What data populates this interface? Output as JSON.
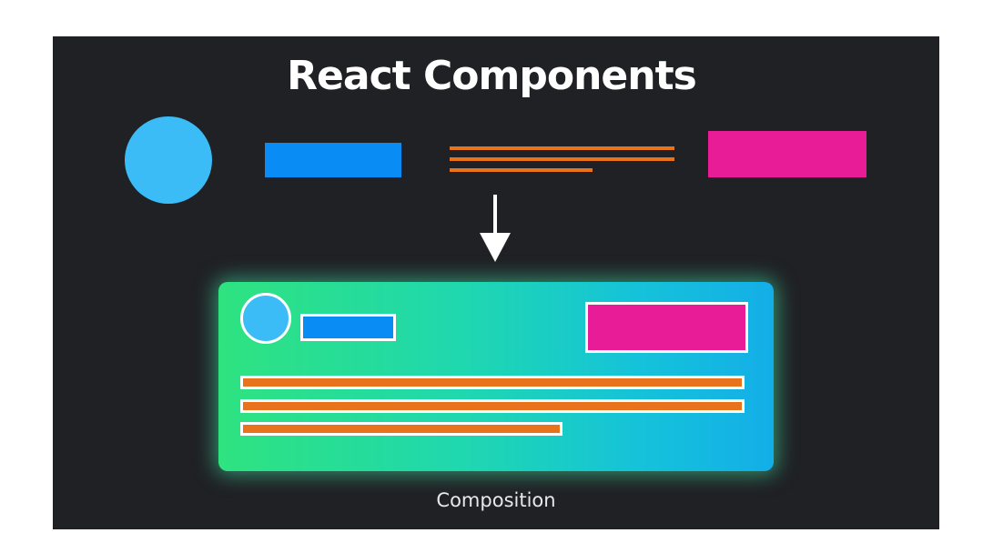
{
  "title": "React Components",
  "caption": "Composition",
  "colors": {
    "background": "#202124",
    "circle": "#3bbcf7",
    "blue_bar": "#0a8cf5",
    "text_lines": "#e8731c",
    "pink_block": "#e81c96",
    "card_gradient_start": "#2ee37f",
    "card_gradient_end": "#13aee8"
  },
  "components": [
    {
      "kind": "circle",
      "color": "circle"
    },
    {
      "kind": "blue-bar",
      "color": "blue_bar"
    },
    {
      "kind": "text-lines",
      "color": "text_lines"
    },
    {
      "kind": "pink-block",
      "color": "pink_block"
    }
  ]
}
